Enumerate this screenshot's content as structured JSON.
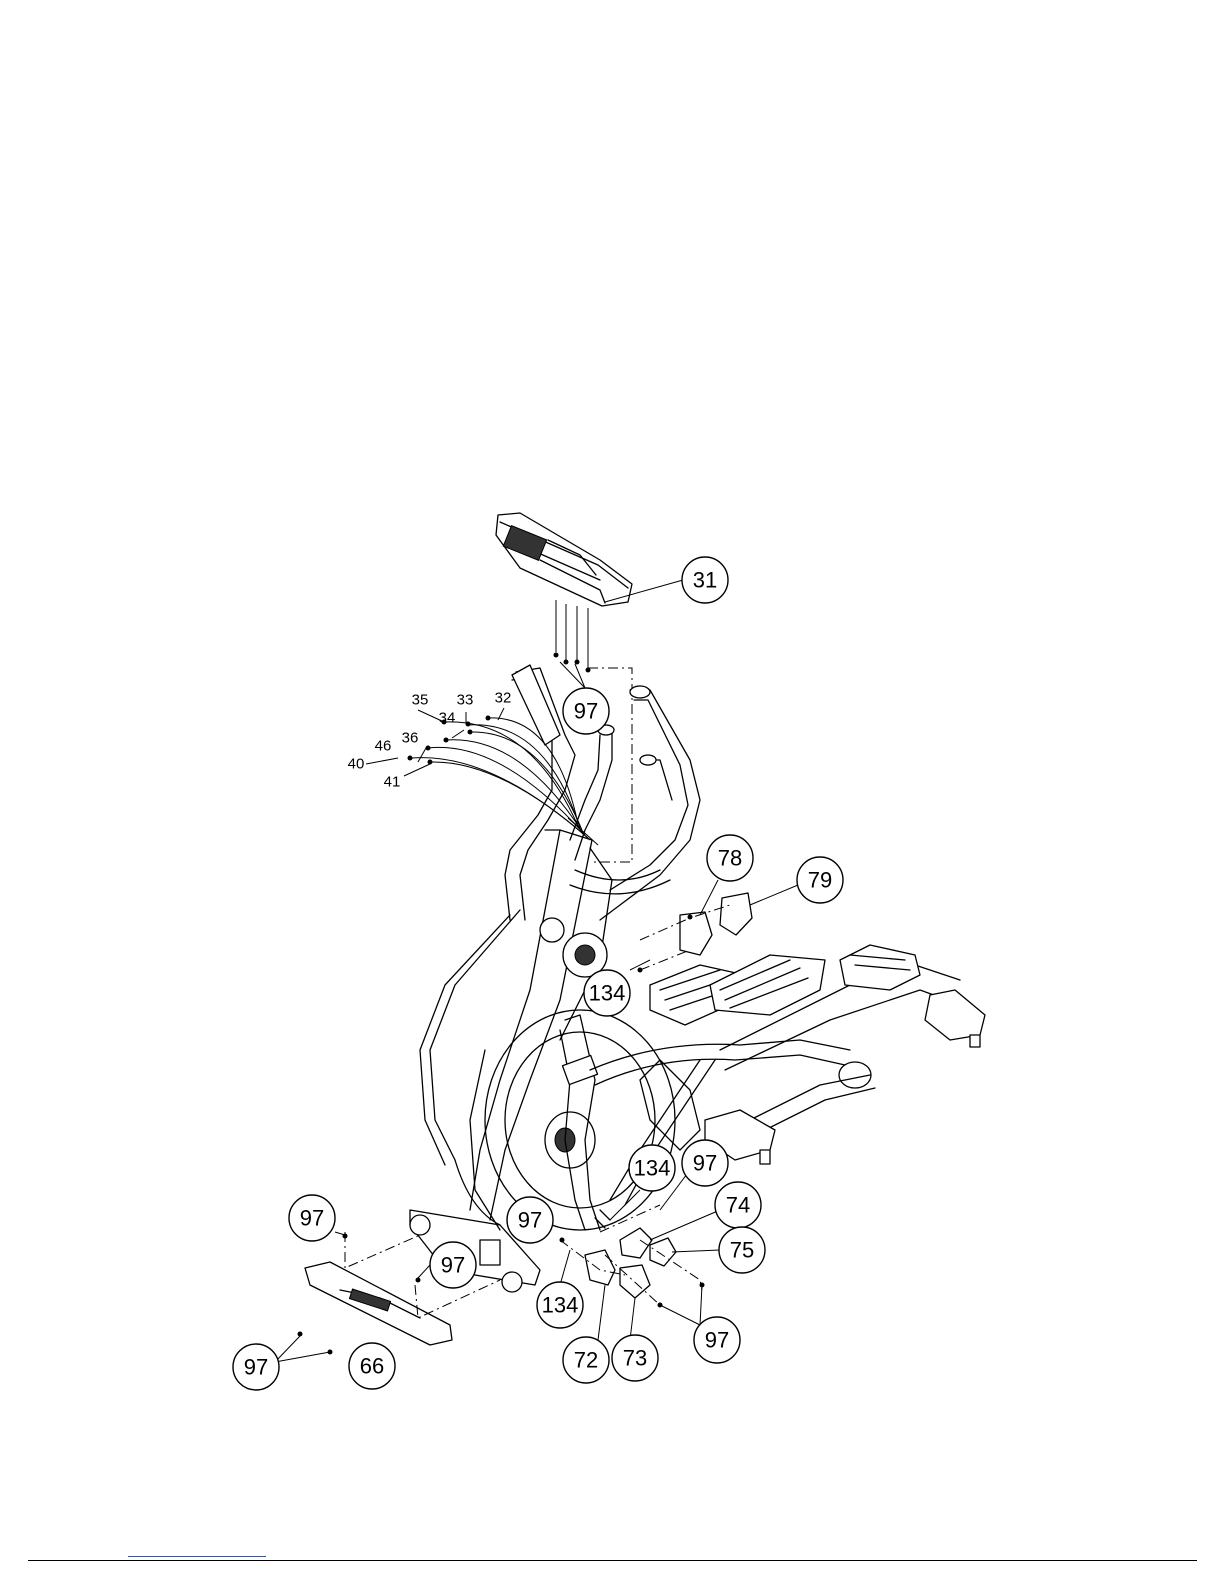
{
  "callouts": {
    "c31": "31",
    "c97_top": "97",
    "c78": "78",
    "c79": "79",
    "c134_upper": "134",
    "c134_mid": "134",
    "c97_mid_right": "97",
    "c74": "74",
    "c97_center": "97",
    "c75": "75",
    "c97_left": "97",
    "c97_left_inner": "97",
    "c134_lower": "134",
    "c72": "72",
    "c73": "73",
    "c97_bottom_right": "97",
    "c97_bottom_left": "97",
    "c66": "66"
  },
  "small_labels": {
    "l35": "35",
    "l33": "33",
    "l32": "32",
    "l34": "34",
    "l36": "36",
    "l46": "46",
    "l40": "40",
    "l41": "41"
  }
}
